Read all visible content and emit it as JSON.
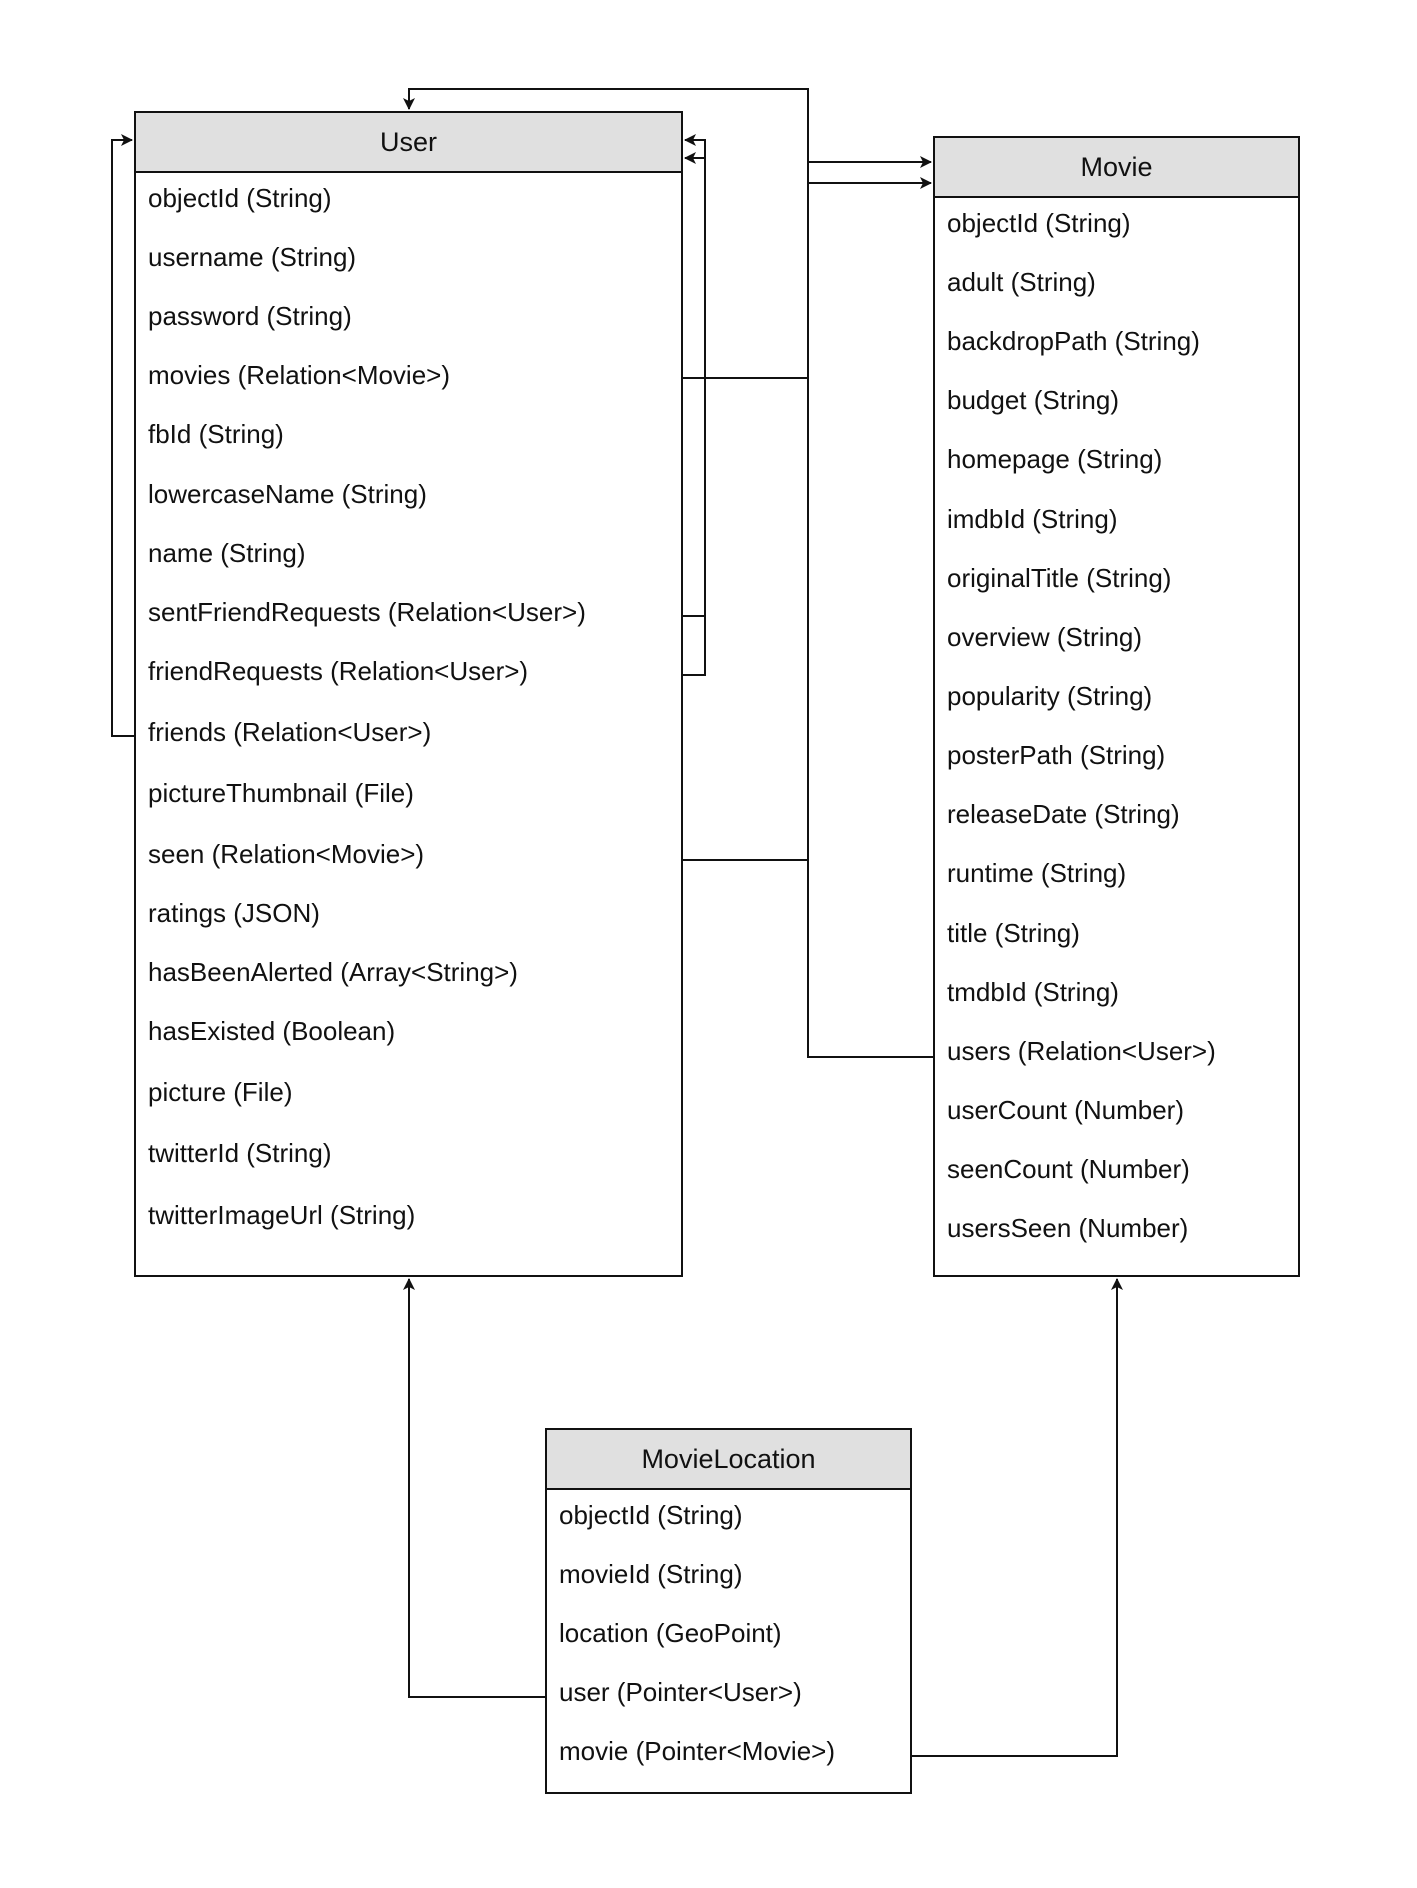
{
  "entities": {
    "user": {
      "title": "User",
      "fields": [
        "objectId (String)",
        "username (String)",
        "password (String)",
        "movies (Relation<Movie>)",
        "fbId (String)",
        "lowercaseName (String)",
        "name (String)",
        "sentFriendRequests (Relation<User>)",
        "friendRequests (Relation<User>)",
        "friends (Relation<User>)",
        "pictureThumbnail (File)",
        "seen (Relation<Movie>)",
        "ratings (JSON)",
        "hasBeenAlerted (Array<String>)",
        "hasExisted (Boolean)",
        "picture (File)",
        "twitterId (String)",
        "twitterImageUrl (String)"
      ]
    },
    "movie": {
      "title": "Movie",
      "fields": [
        "objectId (String)",
        "adult (String)",
        "backdropPath (String)",
        "budget (String)",
        "homepage (String)",
        "imdbId (String)",
        "originalTitle (String)",
        "overview (String)",
        "popularity (String)",
        "posterPath (String)",
        "releaseDate (String)",
        "runtime (String)",
        "title (String)",
        "tmdbId (String)",
        "users (Relation<User>)",
        "userCount (Number)",
        "seenCount (Number)",
        "usersSeen (Number)"
      ]
    },
    "movie_location": {
      "title": "MovieLocation",
      "fields": [
        "objectId (String)",
        "movieId (String)",
        "location (GeoPoint)",
        "user (Pointer<User>)",
        "movie (Pointer<Movie>)"
      ]
    }
  }
}
